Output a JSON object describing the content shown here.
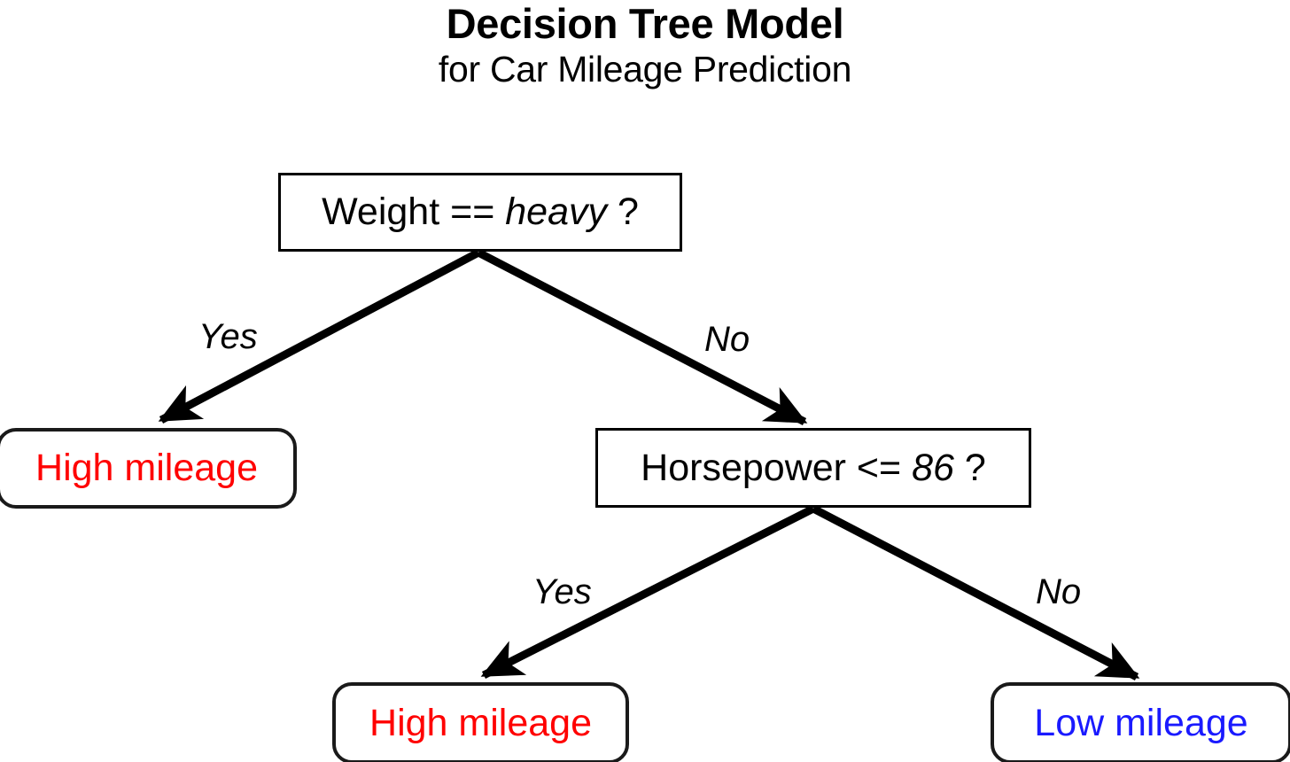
{
  "title": {
    "main": "Decision Tree Model",
    "sub": "for Car Mileage Prediction"
  },
  "colors": {
    "high_mileage": "#ff0000",
    "low_mileage": "#1a1aff",
    "edge": "#000000",
    "node_border": "#000000",
    "background": "#ffffff"
  },
  "chart_data": {
    "type": "diagram",
    "diagram_type": "decision-tree",
    "title": "Decision Tree Model for Car Mileage Prediction",
    "nodes": [
      {
        "id": "root",
        "kind": "decision",
        "feature": "Weight",
        "operator": "==",
        "threshold": "heavy",
        "text_prefix": "Weight == ",
        "text_italic": "heavy",
        "text_suffix": " ?"
      },
      {
        "id": "leaf-yes-root",
        "kind": "leaf",
        "label": "High mileage",
        "color": "#ff0000"
      },
      {
        "id": "hp",
        "kind": "decision",
        "feature": "Horsepower",
        "operator": "<=",
        "threshold": "86",
        "text_prefix": "Horsepower <= ",
        "text_italic": "86",
        "text_suffix": " ?"
      },
      {
        "id": "leaf-yes-hp",
        "kind": "leaf",
        "label": "High mileage",
        "color": "#ff0000"
      },
      {
        "id": "leaf-no-hp",
        "kind": "leaf",
        "label": "Low mileage",
        "color": "#1a1aff"
      }
    ],
    "edges": [
      {
        "from": "root",
        "to": "leaf-yes-root",
        "label": "Yes"
      },
      {
        "from": "root",
        "to": "hp",
        "label": "No"
      },
      {
        "from": "hp",
        "to": "leaf-yes-hp",
        "label": "Yes"
      },
      {
        "from": "hp",
        "to": "leaf-no-hp",
        "label": "No"
      }
    ]
  }
}
